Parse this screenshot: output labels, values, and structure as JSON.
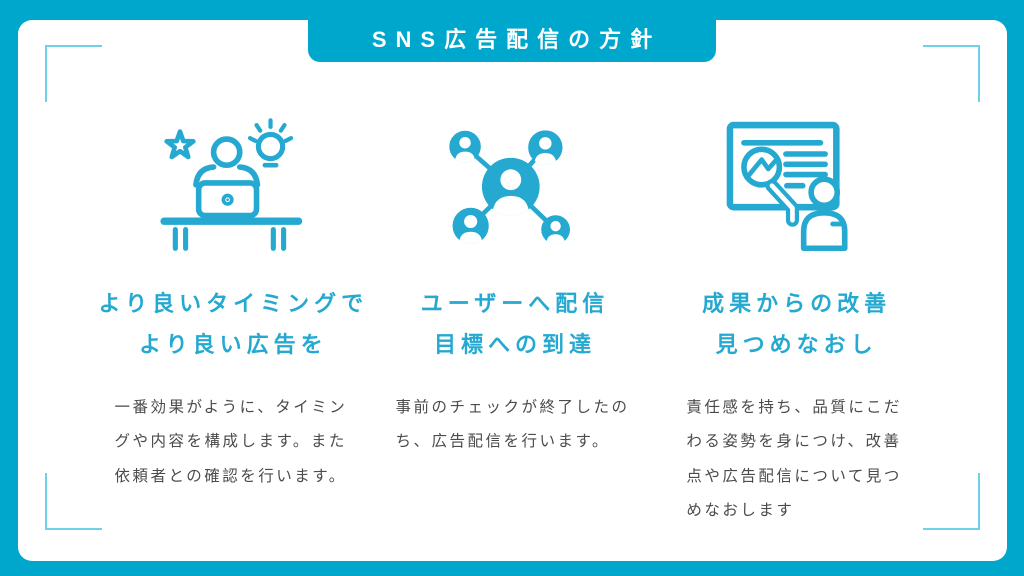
{
  "banner": {
    "title": "SNS広告配信の方針"
  },
  "colors": {
    "primary": "#00a7cc",
    "accent": "#25a9d1",
    "body_text": "#4b4b4d",
    "bracket": "#6fd0ea",
    "card_bg": "#ffffff",
    "banner_text": "#ffffff"
  },
  "columns": [
    {
      "icon": "person-laptop-idea-icon",
      "heading_line1": "より良いタイミングで",
      "heading_line2": "より良い広告を",
      "body": "一番効果がように、タイミン\nグや内容を構成します。また\n依頼者との確認を行います。"
    },
    {
      "icon": "user-network-icon",
      "heading_line1": "ユーザーへ配信",
      "heading_line2": "目標への到達",
      "body": "事前のチェックが終了したの\nち、広告配信を行います。"
    },
    {
      "icon": "presentation-chart-icon",
      "heading_line1": "成果からの改善",
      "heading_line2": "見つめなおし",
      "body": "責任感を持ち、品質にこだ\nわる姿勢を身につけ、改善\n点や広告配信について見つ\nめなおします"
    }
  ]
}
